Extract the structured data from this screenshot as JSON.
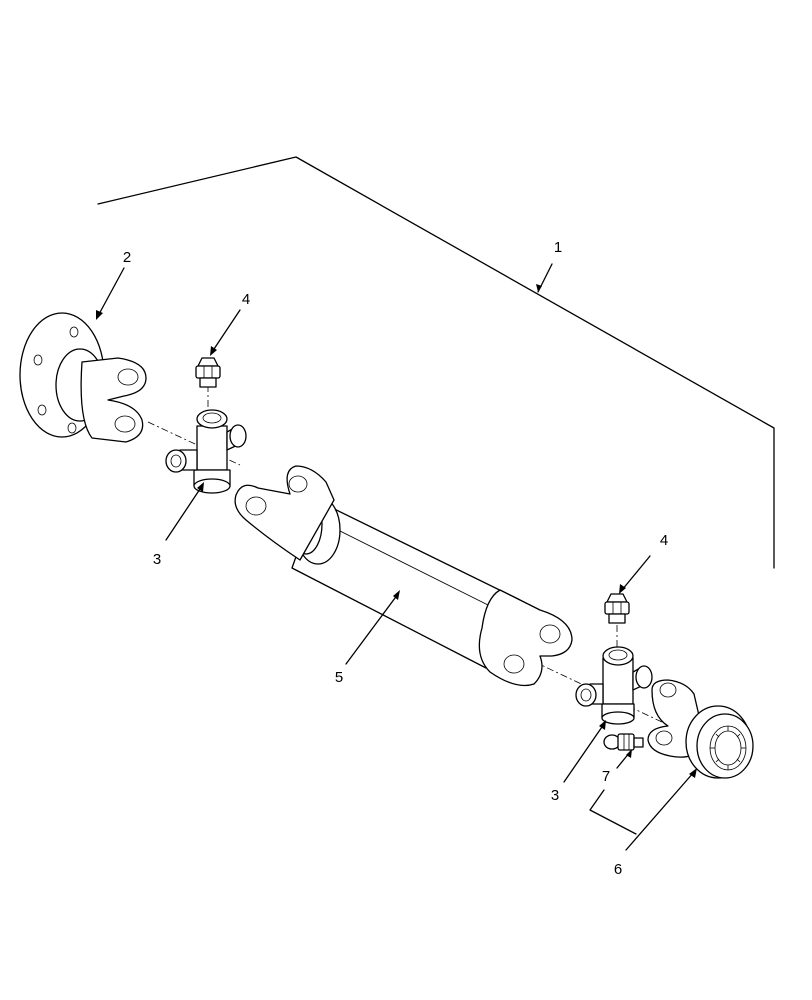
{
  "callouts": [
    {
      "id": "c1",
      "text": "1"
    },
    {
      "id": "c2",
      "text": "2"
    },
    {
      "id": "c3a",
      "text": "3"
    },
    {
      "id": "c4a",
      "text": "4"
    },
    {
      "id": "c3b",
      "text": "3"
    },
    {
      "id": "c4b",
      "text": "4"
    },
    {
      "id": "c5",
      "text": "5"
    },
    {
      "id": "c6",
      "text": "6"
    },
    {
      "id": "c7",
      "text": "7"
    }
  ]
}
